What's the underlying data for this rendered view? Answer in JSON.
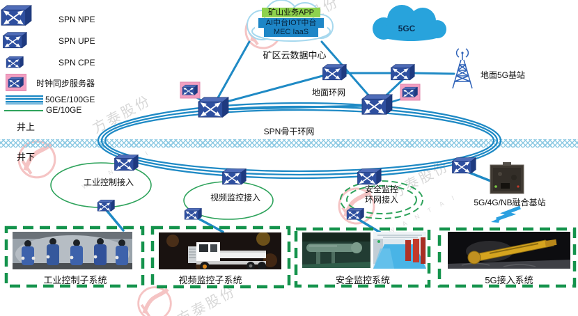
{
  "watermark": {
    "brand": "方泰股份",
    "latin": "W A N T A I"
  },
  "legend": {
    "items": [
      {
        "label": "SPN NPE",
        "icon": "router-3d-large"
      },
      {
        "label": "SPN UPE",
        "icon": "router-3d-medium"
      },
      {
        "label": "SPN CPE",
        "icon": "router-3d-small"
      },
      {
        "label": "时钟同步服务器",
        "icon": "router-clock-pink"
      },
      {
        "label": "50GE/100GE",
        "icon": "thick-blue-multiline"
      },
      {
        "label": "GE/10GE",
        "icon": "thin-green-line"
      }
    ]
  },
  "zones": {
    "surface": "井上",
    "underground": "井下"
  },
  "cloud_data_center": {
    "caption": "矿区云数据中心",
    "bars": [
      {
        "label": "矿山业务APP",
        "color": "#8ed24e"
      },
      {
        "label": "AI中台IOT中台",
        "color": "#1e86c7"
      },
      {
        "label": "MEC IaaS",
        "color": "#1e86c7"
      }
    ]
  },
  "cloud_5gc": {
    "label": "5GC",
    "color": "#28a3dc"
  },
  "network": {
    "ground_ring": "地面环网",
    "backbone_ring": "SPN骨干环网",
    "surface_base_station": "地面5G基站",
    "fusion_base_station": "5G/4G/NB融合基站"
  },
  "access_rings": {
    "industrial": "工业控制接入",
    "video": "视频监控接入",
    "safety_line1": "安全监控",
    "safety_line2": "环网接入"
  },
  "subsystems": [
    {
      "label": "工业控制子系统"
    },
    {
      "label": "视频监控子系统"
    },
    {
      "label": "安全监控系统"
    },
    {
      "label": "5G接入系统"
    }
  ],
  "colors": {
    "line_blue": "#1f8ac5",
    "router_blue": "#2e4f9f",
    "access_green": "#2fa35c",
    "dashed_box_green": "#14934c",
    "clock_highlight_pink": "#f29fc1",
    "divider_blue": "#8ecae3"
  }
}
